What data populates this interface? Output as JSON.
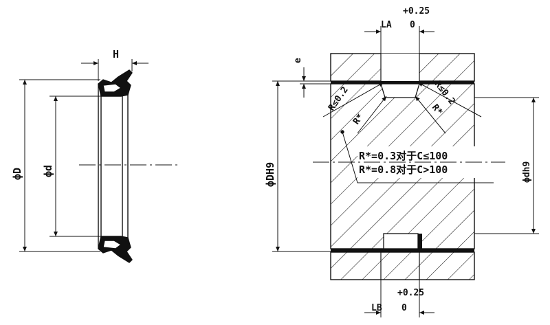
{
  "labels": {
    "H": "H",
    "D": "ϕD",
    "d": "ϕd",
    "DH9": "ϕDH9",
    "dh9": "ϕdh9",
    "e": "e",
    "LA": "LA",
    "LB": "LB",
    "tol_top_upper": "+0.25",
    "tol_top_lower": "0",
    "tol_bot_upper": "+0.25",
    "tol_bot_lower": "0",
    "R02_left": "R≤0.2",
    "R02_right": "R≤0.2",
    "Rstar_left": "R*",
    "Rstar_right": "R*",
    "note_line1": "R*=0.3对于C≤100",
    "note_line2": "R*=0.8对于C>100"
  },
  "colors": {
    "ink": "#111111",
    "background": "#ffffff"
  }
}
